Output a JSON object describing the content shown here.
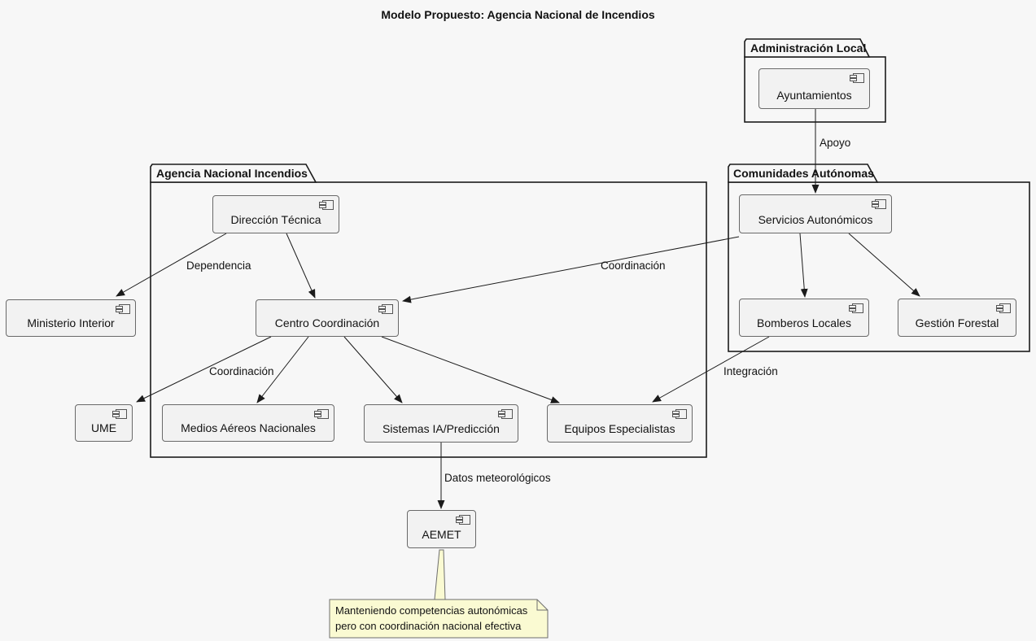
{
  "diagram": {
    "title": "Modelo Propuesto: Agencia Nacional de Incendios",
    "packages": [
      {
        "label": "Administración Local"
      },
      {
        "label": "Agencia Nacional Incendios"
      },
      {
        "label": "Comunidades Autónomas"
      }
    ],
    "components": [
      {
        "label": "Ayuntamientos",
        "package": "Administración Local"
      },
      {
        "label": "Dirección Técnica",
        "package": "Agencia Nacional Incendios"
      },
      {
        "label": "Centro Coordinación",
        "package": "Agencia Nacional Incendios"
      },
      {
        "label": "Ministerio Interior",
        "package": null
      },
      {
        "label": "UME",
        "package": null
      },
      {
        "label": "Medios Aéreos Nacionales",
        "package": "Agencia Nacional Incendios"
      },
      {
        "label": "Sistemas IA/Predicción",
        "package": "Agencia Nacional Incendios"
      },
      {
        "label": "Equipos Especialistas",
        "package": "Agencia Nacional Incendios"
      },
      {
        "label": "Servicios Autonómicos",
        "package": "Comunidades Autónomas"
      },
      {
        "label": "Bomberos Locales",
        "package": "Comunidades Autónomas"
      },
      {
        "label": "Gestión Forestal",
        "package": "Comunidades Autónomas"
      },
      {
        "label": "AEMET",
        "package": null
      }
    ],
    "edges": [
      {
        "from": "Ayuntamientos",
        "to": "Servicios Autonómicos",
        "label": "Apoyo"
      },
      {
        "from": "Dirección Técnica",
        "to": "Ministerio Interior",
        "label": "Dependencia"
      },
      {
        "from": "Dirección Técnica",
        "to": "Centro Coordinación",
        "label": ""
      },
      {
        "from": "Servicios Autonómicos",
        "to": "Centro Coordinación",
        "label": "Coordinación"
      },
      {
        "from": "Centro Coordinación",
        "to": "UME",
        "label": "Coordinación"
      },
      {
        "from": "Centro Coordinación",
        "to": "Medios Aéreos Nacionales",
        "label": ""
      },
      {
        "from": "Centro Coordinación",
        "to": "Sistemas IA/Predicción",
        "label": ""
      },
      {
        "from": "Centro Coordinación",
        "to": "Equipos Especialistas",
        "label": ""
      },
      {
        "from": "Servicios Autonómicos",
        "to": "Bomberos Locales",
        "label": ""
      },
      {
        "from": "Servicios Autonómicos",
        "to": "Gestión Forestal",
        "label": ""
      },
      {
        "from": "Bomberos Locales",
        "to": "Equipos Especialistas",
        "label": "Integración"
      },
      {
        "from": "Sistemas IA/Predicción",
        "to": "AEMET",
        "label": "Datos meteorológicos"
      }
    ],
    "note": {
      "text": "Manteniendo competencias autonómicas pero con coordinación nacional efectiva",
      "attached_to": "AEMET"
    },
    "colors": {
      "background": "#F7F7F7",
      "node_fill": "#F2F2F2",
      "node_border": "#696969",
      "package_border": "#1B1B1B",
      "edge": "#1B1B1B",
      "note_fill": "#FAFAD2",
      "note_border": "#6E6E6E",
      "text": "#121212"
    }
  }
}
